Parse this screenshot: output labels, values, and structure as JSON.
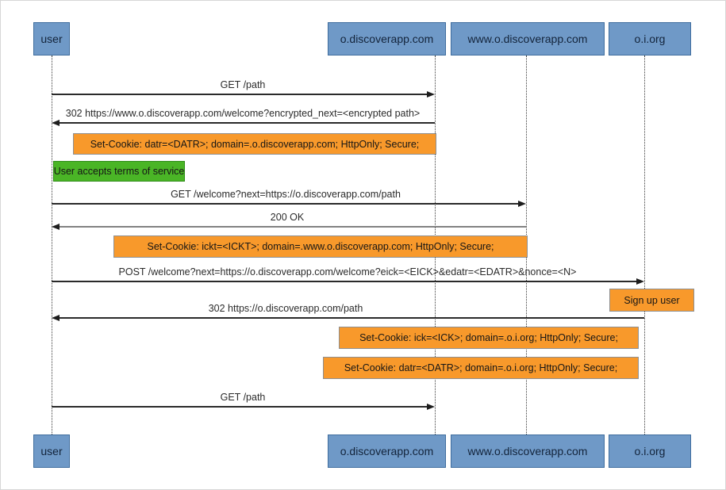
{
  "diagram_type": "sequence-diagram",
  "actors": [
    {
      "name": "user"
    },
    {
      "name": "o.discoverapp.com"
    },
    {
      "name": "www.o.discoverapp.com"
    },
    {
      "name": "o.i.org"
    }
  ],
  "messages": [
    {
      "from": "user",
      "to": "o.discoverapp.com",
      "label": "GET /path"
    },
    {
      "from": "o.discoverapp.com",
      "to": "user",
      "label": "302 https://www.o.discoverapp.com/welcome?encrypted_next=<encrypted path>"
    },
    {
      "from": "user",
      "to": "www.o.discoverapp.com",
      "label": "GET /welcome?next=https://o.discoverapp.com/path"
    },
    {
      "from": "www.o.discoverapp.com",
      "to": "user",
      "label": "200 OK"
    },
    {
      "from": "user",
      "to": "o.i.org",
      "label": "POST /welcome?next=https://o.discoverapp.com/welcome?eick=<EICK>&edatr=<EDATR>&nonce=<N>"
    },
    {
      "from": "o.i.org",
      "to": "user",
      "label": "302 https://o.discoverapp.com/path"
    },
    {
      "from": "user",
      "to": "o.discoverapp.com",
      "label": "GET /path"
    }
  ],
  "notes": [
    {
      "kind": "cookie",
      "label": "Set-Cookie: datr=<DATR>; domain=.o.discoverapp.com; HttpOnly; Secure;"
    },
    {
      "kind": "event",
      "label": "User accepts terms of service"
    },
    {
      "kind": "cookie",
      "label": "Set-Cookie: ickt=<ICKT>; domain=.www.o.discoverapp.com; HttpOnly; Secure;"
    },
    {
      "kind": "action",
      "label": "Sign up user"
    },
    {
      "kind": "cookie",
      "label": "Set-Cookie: ick=<ICK>; domain=.o.i.org; HttpOnly; Secure;"
    },
    {
      "kind": "cookie",
      "label": "Set-Cookie: datr=<DATR>; domain=.o.i.org; HttpOnly; Secure;"
    }
  ],
  "colors": {
    "actor_fill": "#6f99c7",
    "actor_border": "#3f6d9e",
    "note_fill": "#f8992b",
    "note_border": "#8f8f8f",
    "event_fill": "#4ab526",
    "event_border": "#2f8c18",
    "message_line": "#2a2a2a",
    "return_line_gray": "#828282"
  }
}
